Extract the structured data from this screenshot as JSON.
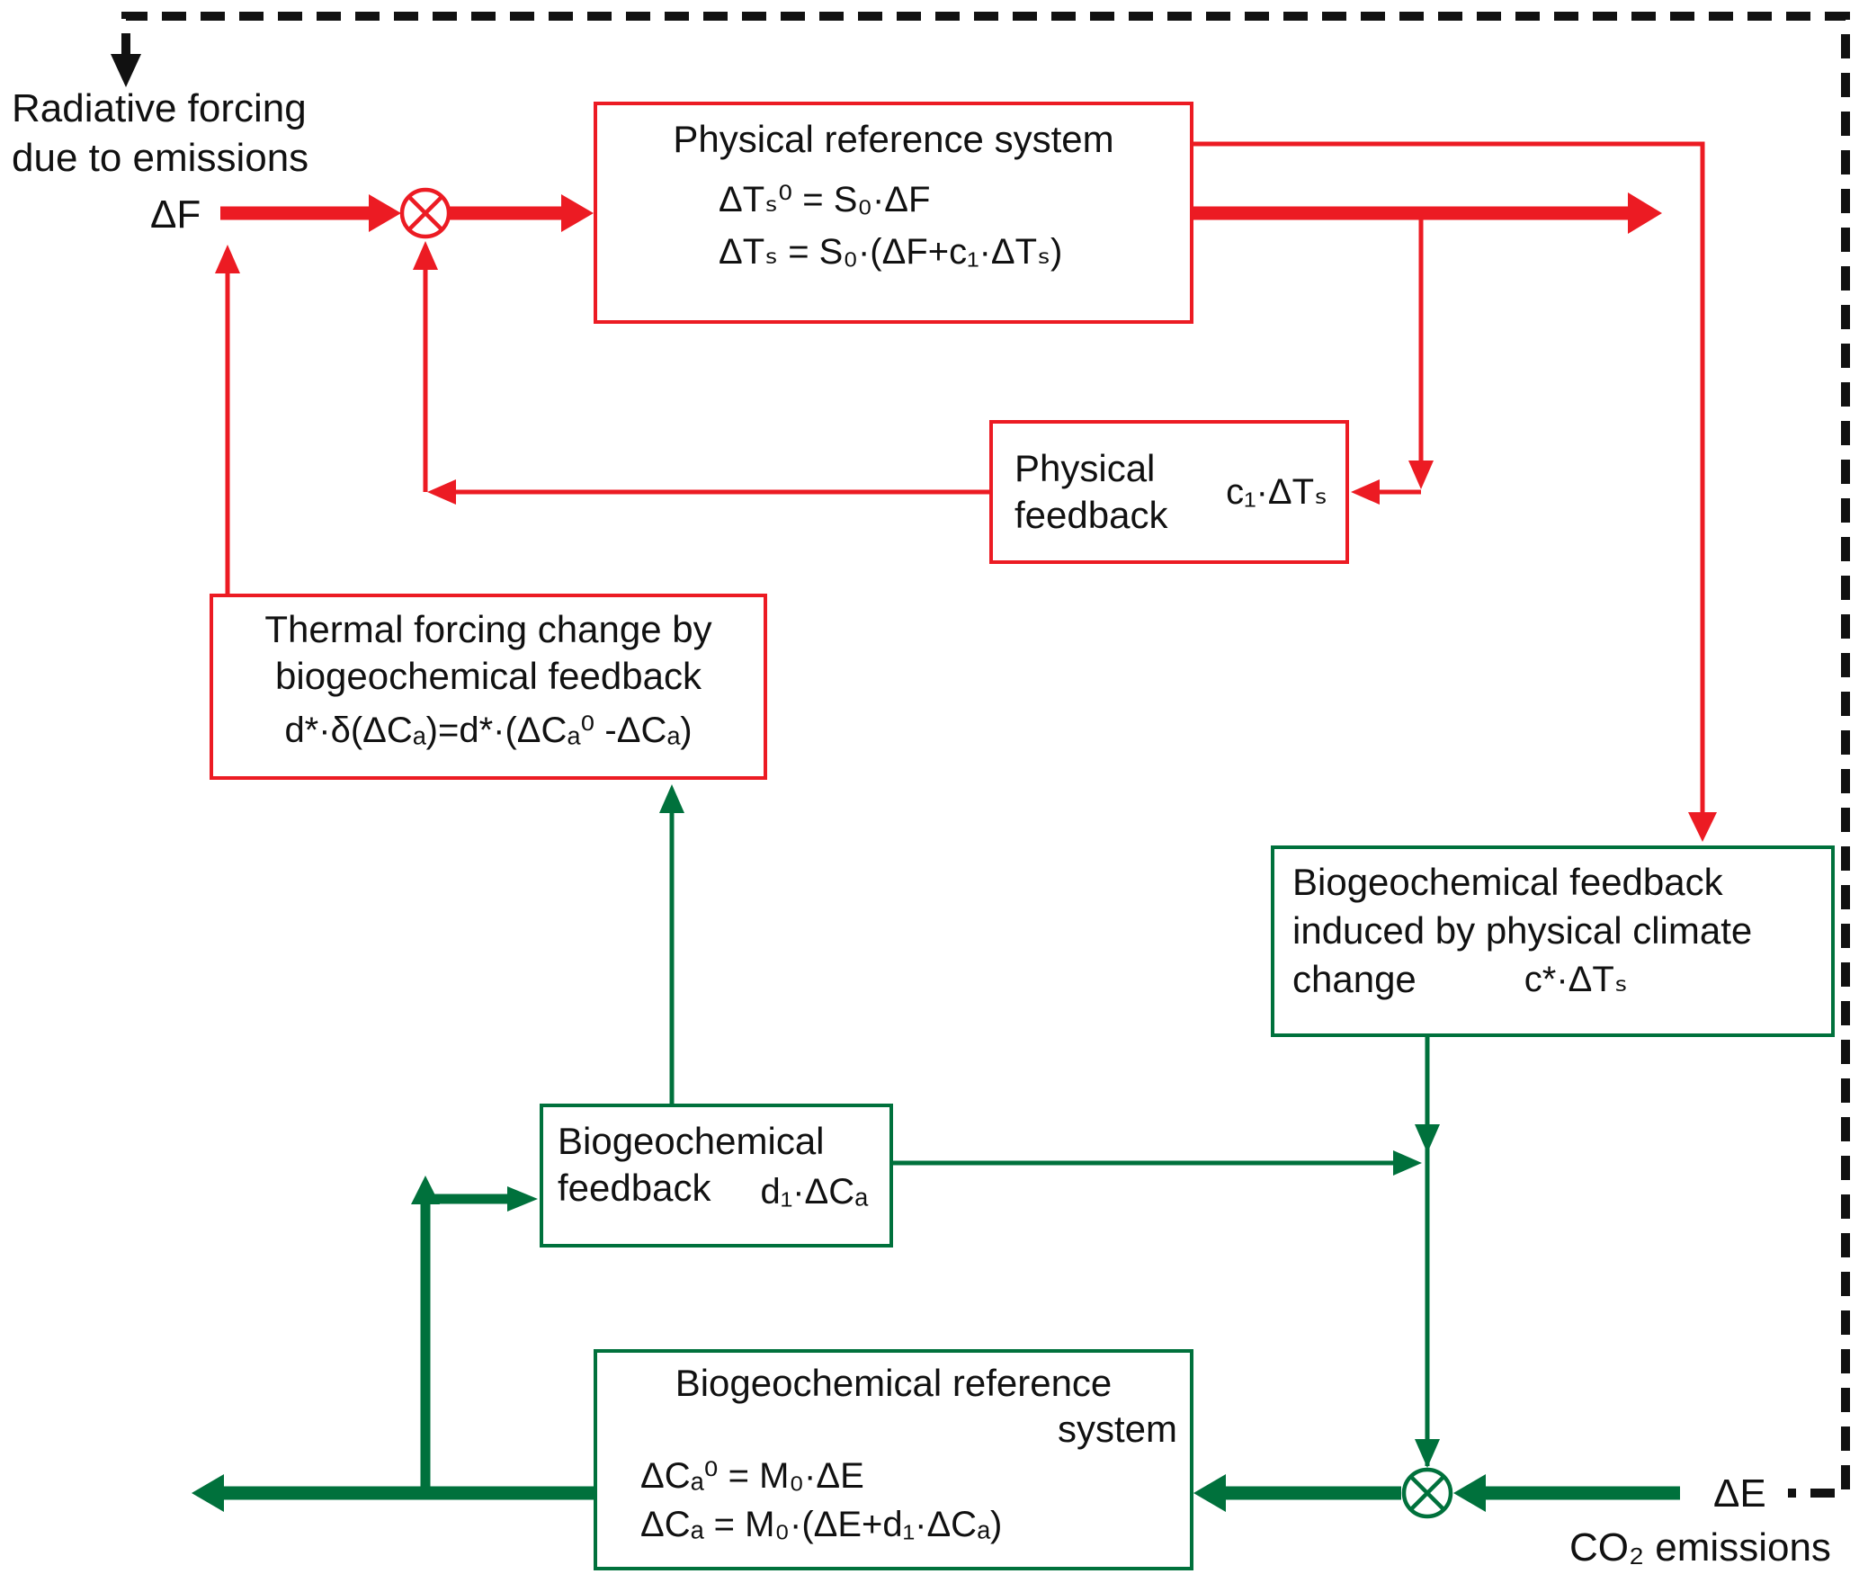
{
  "colors": {
    "red": "#EC1B23",
    "green": "#00713C",
    "black": "#111111"
  },
  "external_labels": {
    "radiative_forcing_line1": "Radiative forcing",
    "radiative_forcing_line2": "due to emissions",
    "delta_f": "ΔF",
    "delta_e": "ΔE",
    "co2_emissions": "CO₂ emissions"
  },
  "icons": {
    "summation_node": "⊗",
    "dashed_boundary": "emissions input path"
  },
  "boxes": {
    "physical_reference": {
      "title": "Physical reference system",
      "eq1": "ΔTₛ⁰ = S₀·ΔF",
      "eq2": "ΔTₛ = S₀·(ΔF+c₁·ΔTₛ)"
    },
    "physical_feedback": {
      "line1": "Physical",
      "line2": "feedback",
      "eq": "c₁·ΔTₛ"
    },
    "thermal_forcing": {
      "line1": "Thermal forcing change by",
      "line2": "biogeochemical feedback",
      "eq": "d*·δ(ΔCₐ)=d*·(ΔCₐ⁰ -ΔCₐ)"
    },
    "biogeochemical_induced": {
      "line1": "Biogeochemical feedback",
      "line2": "induced by physical climate",
      "line3": "change",
      "eq": "c*·ΔTₛ"
    },
    "biogeochemical_feedback": {
      "line1": "Biogeochemical",
      "line2": "feedback",
      "eq": "d₁·ΔCₐ"
    },
    "biogeochemical_reference": {
      "title_line1": "Biogeochemical reference",
      "title_line2": "system",
      "eq1": "ΔCₐ⁰ = M₀·ΔE",
      "eq2": "ΔCₐ = M₀·(ΔE+d₁·ΔCₐ)"
    }
  }
}
